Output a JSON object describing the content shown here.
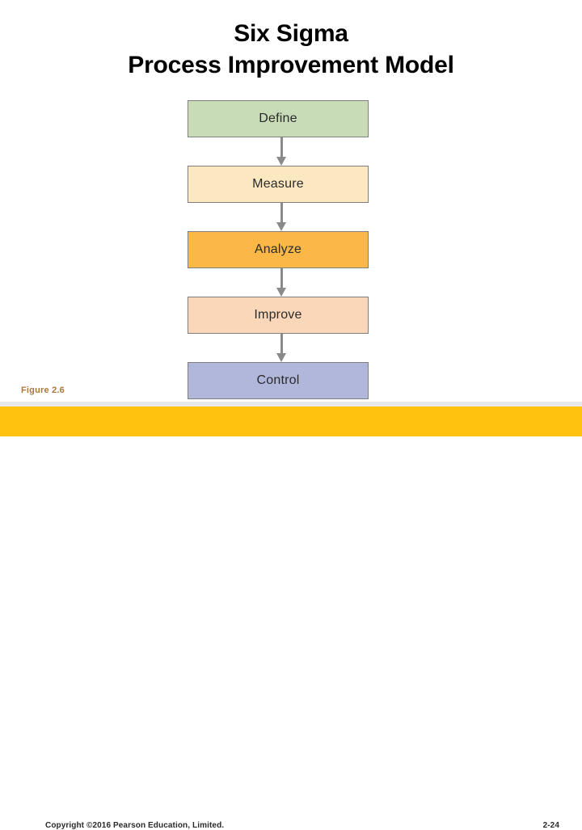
{
  "slide": {
    "title_lines": [
      "Six Sigma",
      "Process Improvement Model"
    ],
    "background_color": "#ffffff",
    "title_color": "#000000"
  },
  "diagram": {
    "type": "flowchart-vertical",
    "name": "DMAIC Six Sigma process improvement model",
    "connector_icon": "down-arrow-icon",
    "connector_color": "#8a8a8a",
    "box_border_color": "#7f7f7f",
    "shadow_color": "#ececec",
    "stages": [
      {
        "label": "Define",
        "fill": "#c8dcb8",
        "order": 1
      },
      {
        "label": "Measure",
        "fill": "#fbe7c0",
        "order": 2
      },
      {
        "label": "Analyze",
        "fill": "#fbb846",
        "order": 3
      },
      {
        "label": "Improve",
        "fill": "#fad7b9",
        "order": 4
      },
      {
        "label": "Control",
        "fill": "#b1b7da",
        "order": 5
      }
    ]
  },
  "figure": {
    "caption": "Figure 2.6",
    "caption_color": "#a9783b"
  },
  "footer": {
    "copyright": "Copyright ©2016 Pearson Education, Limited.",
    "page_number": "2-24",
    "bar_color": "#ffc20e",
    "text_color": "#2b2b2b"
  }
}
